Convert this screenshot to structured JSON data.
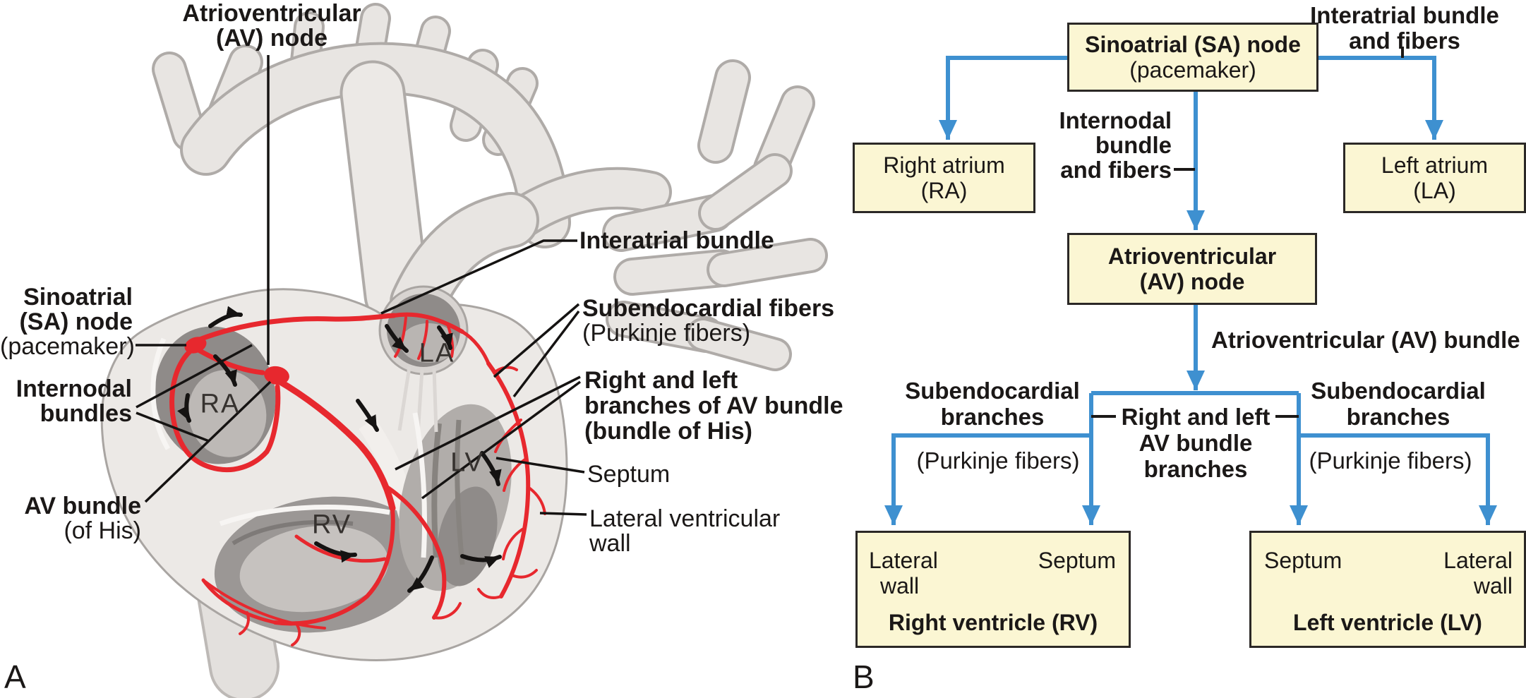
{
  "colors": {
    "red_conduction": "#E7282E",
    "blue_arrow": "#3E90D0",
    "box_fill": "#FBF6D3",
    "box_border": "#2B2826",
    "text": "#1B1817",
    "chamber_text": "#36322F"
  },
  "panel_a": {
    "panel_letter": "A",
    "labels": {
      "av_node": {
        "line1": "Atrioventricular",
        "line2": "(AV) node"
      },
      "sa_node": {
        "line1": "Sinoatrial",
        "line2": "(SA) node",
        "line3": "(pacemaker)"
      },
      "internodal": {
        "line1": "Internodal",
        "line2": "bundles"
      },
      "av_bundle": {
        "line1": "AV bundle",
        "line2": "(of His)"
      },
      "interatrial": "Interatrial bundle",
      "subendocardial": {
        "line1": "Subendocardial fibers",
        "line2": "(Purkinje fibers)"
      },
      "rl_branches": {
        "line1": "Right and left",
        "line2": "branches of AV bundle",
        "line3": "(bundle of His)"
      },
      "septum": "Septum",
      "lateral_wall": {
        "line1": "Lateral ventricular",
        "line2": "wall"
      }
    },
    "chambers": {
      "ra": "RA",
      "la": "LA",
      "rv": "RV",
      "lv": "LV"
    }
  },
  "panel_b": {
    "panel_letter": "B",
    "boxes": {
      "sa_node": {
        "line1": "Sinoatrial (SA) node",
        "line2": "(pacemaker)"
      },
      "right_atrium": {
        "line1": "Right atrium",
        "line2": "(RA)"
      },
      "left_atrium": {
        "line1": "Left atrium",
        "line2": "(LA)"
      },
      "av_node": {
        "line1": "Atrioventricular",
        "line2": "(AV) node"
      },
      "right_ventricle": {
        "corner_left_1": "Lateral",
        "corner_left_2": "wall",
        "corner_right": "Septum",
        "title": "Right ventricle (RV)"
      },
      "left_ventricle": {
        "corner_left": "Septum",
        "corner_right_1": "Lateral",
        "corner_right_2": "wall",
        "title": "Left ventricle (LV)"
      }
    },
    "edge_labels": {
      "interatrial": {
        "line1": "Interatrial bundle",
        "line2": "and fibers"
      },
      "internodal": {
        "line1": "Internodal",
        "line2": "bundle",
        "line3": "and fibers"
      },
      "av_bundle": "Atrioventricular (AV) bundle",
      "rl_branches": {
        "line1": "Right and left",
        "line2": "AV bundle",
        "line3": "branches"
      },
      "subendocardial_left": {
        "line1": "Subendocardial",
        "line2": "branches"
      },
      "subendocardial_right": {
        "line1": "Subendocardial",
        "line2": "branches"
      },
      "purkinje_left": "(Purkinje fibers)",
      "purkinje_right": "(Purkinje fibers)"
    }
  }
}
